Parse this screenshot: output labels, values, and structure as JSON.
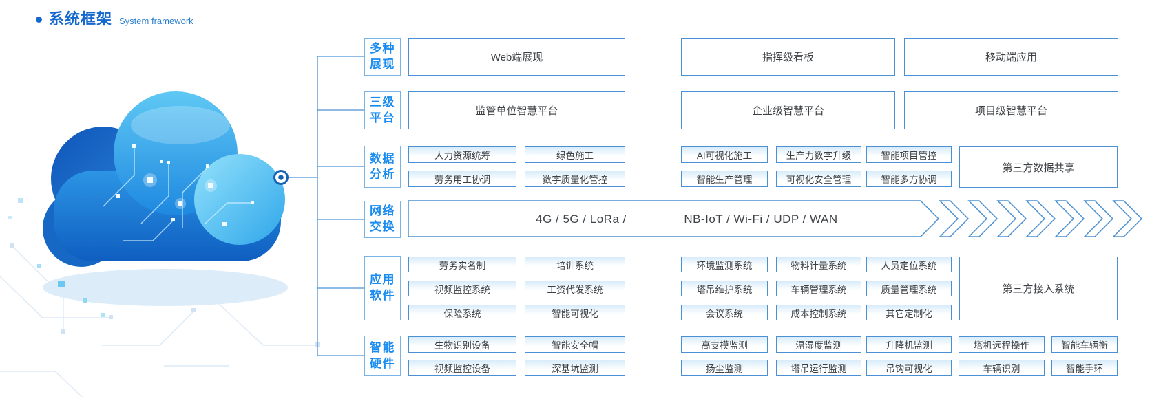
{
  "title": {
    "zh": "系统框架",
    "en": "System framework"
  },
  "colors": {
    "title_blue": "#1569cd",
    "label_blue": "#1a8cf0",
    "box_border_blue": "#4a90d2",
    "label_border_blue": "#79b4e6",
    "text_dark": "#3d4145",
    "cloud_blue": "#1e88e0",
    "cloud_cyan": "#56c1f0"
  },
  "categories": [
    {
      "id": "display",
      "label_lines": [
        "多种",
        "展现"
      ]
    },
    {
      "id": "platform",
      "label_lines": [
        "三级",
        "平台"
      ]
    },
    {
      "id": "data",
      "label_lines": [
        "数据",
        "分析"
      ]
    },
    {
      "id": "network",
      "label_lines": [
        "网络",
        "交换"
      ]
    },
    {
      "id": "software",
      "label_lines": [
        "应用",
        "软件"
      ]
    },
    {
      "id": "hardware",
      "label_lines": [
        "智能",
        "硬件"
      ]
    }
  ],
  "display_row": [
    "Web端展现",
    "指挥级看板",
    "移动端应用"
  ],
  "platform_row": [
    "监管单位智慧平台",
    "企业级智慧平台",
    "项目级智慧平台"
  ],
  "data_analysis": {
    "left": [
      [
        "人力资源统筹",
        "绿色施工"
      ],
      [
        "劳务用工协调",
        "数字质量化管控"
      ]
    ],
    "right": [
      [
        "AI可视化施工",
        "生产力数字升级",
        "智能项目管控"
      ],
      [
        "智能生产管理",
        "可视化安全管理",
        "智能多方协调"
      ]
    ],
    "third_party": "第三方数据共享"
  },
  "network": {
    "left_text": "4G / 5G / LoRa /",
    "right_text": "NB-IoT / Wi-Fi / UDP / WAN"
  },
  "software": {
    "left": [
      [
        "劳务实名制",
        "培训系统"
      ],
      [
        "视频监控系统",
        "工资代发系统"
      ],
      [
        "保险系统",
        "智能可视化"
      ]
    ],
    "right": [
      [
        "环境监测系统",
        "物料计量系统",
        "人员定位系统"
      ],
      [
        "塔吊维护系统",
        "车辆管理系统",
        "质量管理系统"
      ],
      [
        "会议系统",
        "成本控制系统",
        "其它定制化"
      ]
    ],
    "third_party": "第三方接入系统"
  },
  "hardware": {
    "left": [
      [
        "生物识别设备",
        "智能安全帽"
      ],
      [
        "视频监控设备",
        "深基坑监测"
      ]
    ],
    "right": [
      [
        "高支模监测",
        "温湿度监测",
        "升降机监测",
        "塔机远程操作",
        "智能车辆衡"
      ],
      [
        "扬尘监测",
        "塔吊运行监测",
        "吊钩可视化",
        "车辆识别",
        "智能手环"
      ]
    ]
  }
}
